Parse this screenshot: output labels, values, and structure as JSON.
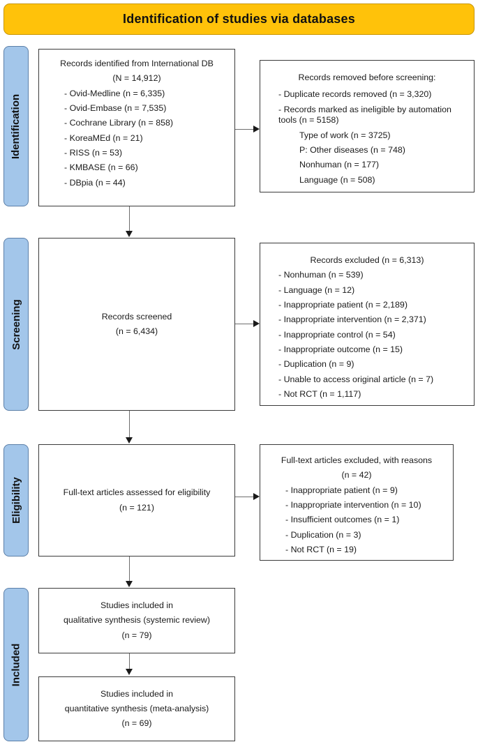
{
  "header": {
    "title": "Identification of studies via databases"
  },
  "stages": [
    {
      "key": "identification",
      "label": "Identification"
    },
    {
      "key": "screening",
      "label": "Screening"
    },
    {
      "key": "eligibility",
      "label": "Eligibility"
    },
    {
      "key": "included",
      "label": "Included"
    }
  ],
  "colors": {
    "header_fill": "#FFC20A",
    "stage_fill": "#A3C6EA",
    "box_border": "#3a3a3a",
    "connector": "#6d6d6d"
  },
  "boxes": {
    "identified": {
      "title": "Records identified from International DB",
      "total": "(N = 14,912)",
      "sources": [
        "- Ovid-Medline  (n = 6,335)",
        "- Ovid-Embase (n = 7,535)",
        "- Cochrane Library (n = 858)",
        "- KoreaMEd (n = 21)",
        "-  RISS (n = 53)",
        "-  KMBASE (n = 66)",
        "-  DBpia (n = 44)"
      ]
    },
    "removed": {
      "title": "Records removed before screening:",
      "duplicate": "- Duplicate records removed (n = 3,320)",
      "automation": "- Records marked as ineligible by automation tools   (n = 5158)",
      "reasons": [
        "Type of work (n = 3725)",
        "P: Other diseases (n = 748)",
        "Nonhuman (n = 177)",
        "Language (n = 508)"
      ]
    },
    "screened": {
      "title": "Records screened",
      "count": "(n = 6,434)"
    },
    "excluded_screening": {
      "title": "Records excluded  (n = 6,313)",
      "reasons": [
        "- Nonhuman (n = 539)",
        "- Language (n = 12)",
        "- Inappropriate patient (n = 2,189)",
        "- Inappropriate intervention (n = 2,371)",
        "- Inappropriate control (n = 54)",
        "- Inappropriate outcome (n = 15)",
        "- Duplication (n = 9)",
        "- Unable to access original article (n = 7)",
        "- Not RCT (n = 1,117)"
      ]
    },
    "fulltext": {
      "title": "Full-text articles assessed for eligibility",
      "count": "(n = 121)"
    },
    "excluded_fulltext": {
      "title": "Full-text articles excluded, with reasons",
      "count": "(n = 42)",
      "reasons": [
        "-  Inappropriate patient (n = 9)",
        "-  Inappropriate intervention (n = 10)",
        "-  Insufficient outcomes (n = 1)",
        "-  Duplication (n = 3)",
        "-  Not RCT (n = 19)"
      ]
    },
    "qualitative": {
      "line1": "Studies included in",
      "line2": "qualitative synthesis (systemic review)",
      "count": "(n = 79)"
    },
    "quantitative": {
      "line1": "Studies included in",
      "line2": "quantitative synthesis (meta-analysis)",
      "count": "(n = 69)"
    }
  }
}
